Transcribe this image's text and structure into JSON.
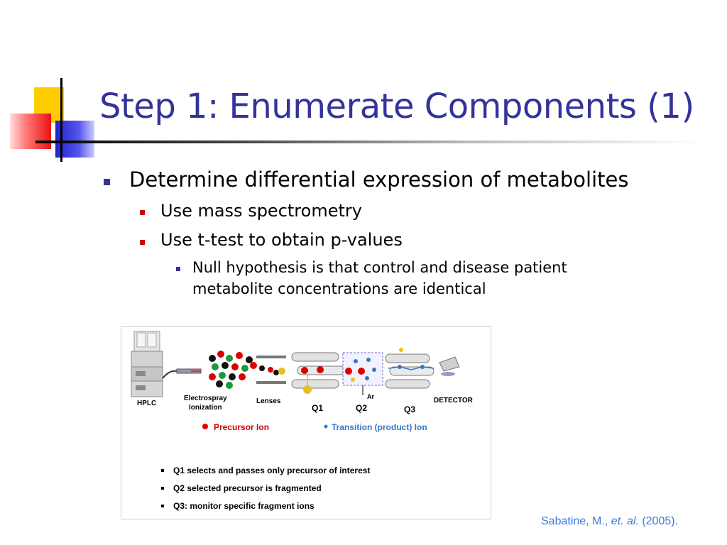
{
  "slide": {
    "title": "Step 1: Enumerate Components (1)",
    "bullets": [
      {
        "text": "Determine differential expression of metabolites",
        "children": [
          {
            "text": "Use mass spectrometry"
          },
          {
            "text": "Use t-test to obtain p-values",
            "children": [
              {
                "line1": "Null hypothesis is that control and disease patient",
                "line2": "metabolite concentrations are identical"
              }
            ]
          }
        ]
      }
    ]
  },
  "figure": {
    "labels": {
      "hplc": "HPLC",
      "esi_line1": "Electrospray",
      "esi_line2": "Ionization",
      "lenses": "Lenses",
      "q1": "Q1",
      "q2": "Q2",
      "q3": "Q3",
      "ar": "Ar",
      "detector": "DETECTOR"
    },
    "legend": {
      "precursor": "Precursor Ion",
      "transition": "Transition (product) Ion"
    },
    "notes": [
      "Q1 selects and passes only precursor of interest",
      "Q2 selected precursor is fragmented",
      "Q3: monitor specific fragment ions"
    ]
  },
  "citation": {
    "author": "Sabatine, M.,",
    "etal": "et. al.",
    "year": "(2005)."
  },
  "colors": {
    "title": "#333399",
    "bullet_level1": "#333399",
    "bullet_level2": "#cc0000",
    "citation": "#3a7bd5",
    "precursor": "#e00000",
    "transition": "#3377cc"
  }
}
